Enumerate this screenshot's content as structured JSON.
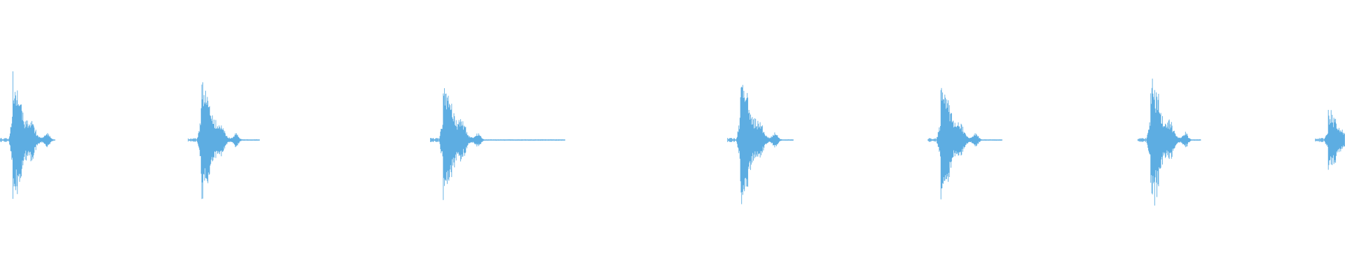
{
  "waveform": {
    "color": "#5DADE2",
    "baseline_color": "#5DADE2",
    "transient_count": 7,
    "transients": [
      {
        "name": "transient-1",
        "peak": 0.92,
        "tail": 0.45,
        "start": 0.0,
        "tail_end": 0.041
      },
      {
        "name": "transient-2",
        "peak": 0.88,
        "tail": 0.45,
        "start": 0.14,
        "tail_end": 0.193
      },
      {
        "name": "transient-3",
        "peak": 0.95,
        "tail": 0.55,
        "start": 0.32,
        "tail_end": 0.42
      },
      {
        "name": "transient-4",
        "peak": 0.96,
        "tail": 0.45,
        "start": 0.541,
        "tail_end": 0.59
      },
      {
        "name": "transient-5",
        "peak": 0.9,
        "tail": 0.45,
        "start": 0.69,
        "tail_end": 0.745
      },
      {
        "name": "transient-6",
        "peak": 0.96,
        "tail": 0.45,
        "start": 0.846,
        "tail_end": 0.893
      },
      {
        "name": "transient-7",
        "peak": 0.45,
        "tail": 0.3,
        "start": 0.978,
        "tail_end": 1.0
      }
    ]
  }
}
